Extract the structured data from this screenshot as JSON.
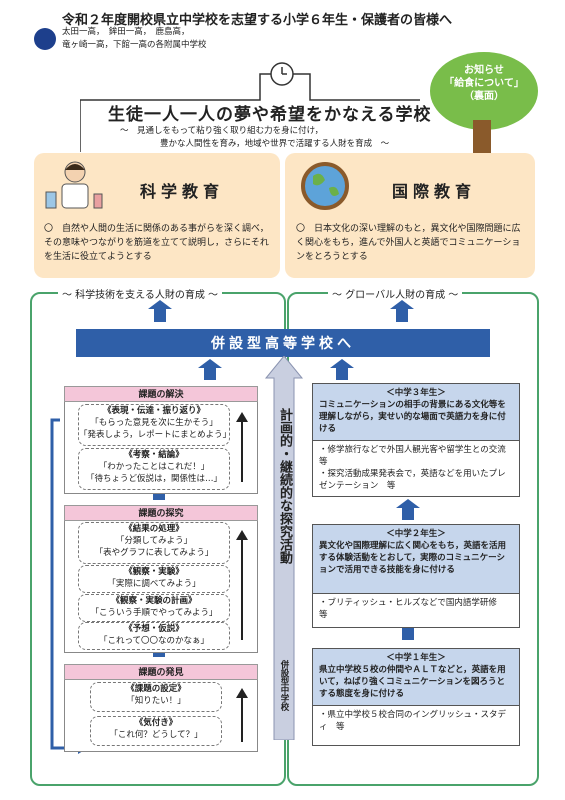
{
  "header": {
    "title": "令和２年度開校県立中学校を志望する小学６年生・保護者の皆様へ",
    "schools_line1": "太田一高，　鉾田一高，　鹿島高，",
    "schools_line2": "竜ヶ崎一高，下館一高の各附属中学校"
  },
  "notice": {
    "line1": "お知らせ",
    "line2": "「給食について」",
    "line3": "（裏面）"
  },
  "slogan": {
    "main": "生徒一人一人の夢や希望をかなえる学校",
    "sub1": "～　見通しをもって粘り強く取り組む力を身に付け，",
    "sub2": "豊かな人間性を育み，地域や世界で活躍する人財を育成　～"
  },
  "science": {
    "title": "科学教育",
    "desc": "〇　自然や人間の生活に関係のある事がらを深く調べ，その意味やつながりを筋道を立てて説明し，さらにそれを生活に役立てようとする"
  },
  "intl": {
    "title": "国際教育",
    "desc": "〇　日本文化の深い理解のもと，異文化や国際問題に広く関心をもち，進んで外国人と英語でコミュニケーションをとろうとする"
  },
  "left_section": "～ 科学技術を支える人財の育成 ～",
  "right_section": "～ グローバル人財の育成 ～",
  "banner": "併設型高等学校へ",
  "vertical_main": "計画的・継続的な探究活動",
  "vertical_sub": "併設型中学校",
  "left": {
    "solve": {
      "head": "課題の解決",
      "b1h": "《表現・伝達・振り返り》",
      "b1a": "「もらった意見を次に生かそう」",
      "b1b": "「発表しよう，レポートにまとめよう」",
      "b2h": "《考察・結論》",
      "b2a": "「わかったことはこれだ！」",
      "b2b": "「待ちょうど仮説は，関係性は…」"
    },
    "inquiry": {
      "head": "課題の探究",
      "b1h": "《結果の処理》",
      "b1a": "「分類してみよう」",
      "b1b": "「表やグラフに表してみよう」",
      "b2h": "《観察・実験》",
      "b2a": "「実際に調べてみよう」",
      "b3h": "《観察・実験の計画》",
      "b3a": "「こういう手順でやってみよう」",
      "b4h": "《予想・仮説》",
      "b4a": "「これって〇〇なのかなぁ」"
    },
    "discover": {
      "head": "課題の発見",
      "b1h": "《課題の設定》",
      "b1a": "「知りたい！」",
      "b2h": "《気付き》",
      "b2a": "「これ何？どうして？」"
    }
  },
  "right": {
    "g3": {
      "head": "＜中学３年生＞",
      "body": "コミュニケーションの相手の背景にある文化等を理解しながら，実せい的な場面で英語力を身に付ける",
      "items": [
        "・修学旅行などで外国人観光客や留学生との交流　等",
        "・探究活動成果発表会で，英語などを用いたプレゼンテーション　等"
      ]
    },
    "g2": {
      "head": "＜中学２年生＞",
      "body": "異文化や国際理解に広く関心をもち，英語を活用する体験活動をとおして，実際のコミュニケーションで活用できる技能を身に付ける",
      "items": [
        "・ブリティッシュ・ヒルズなどで国内語学研修　等"
      ]
    },
    "g1": {
      "head": "＜中学１年生＞",
      "body": "県立中学校５校の仲間やＡＬＴなどと，英語を用いて，ねばり強くコミュニケーションを図ろうとする態度を身に付ける",
      "items": [
        "・県立中学校５校合同のイングリッシュ・スタディ　等"
      ]
    }
  },
  "colors": {
    "blue": "#2f5fa8",
    "green": "#4aa36b",
    "peach": "#fde6c5",
    "pink": "#f4c6d9",
    "lightblue": "#c6d6ec",
    "tree": "#79bd4a"
  }
}
